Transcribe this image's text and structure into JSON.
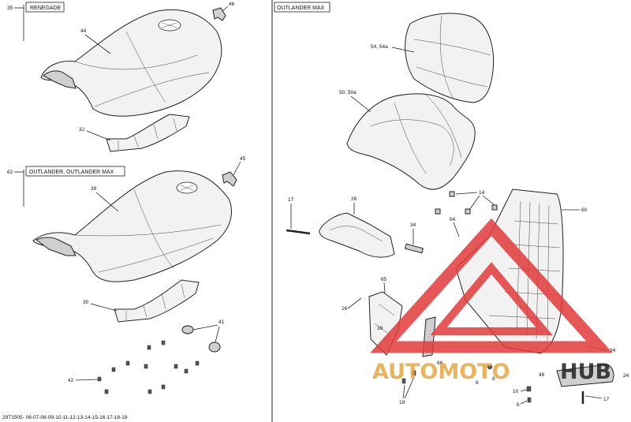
{
  "boxes": {
    "renegade": "RENEGADE",
    "outlander": "OUTLANDER, OUTLANDER MAX",
    "outlander_max": "OUTLANDER MAX"
  },
  "callouts": {
    "c35": "35",
    "c44": "44",
    "c46": "46",
    "c32": "32",
    "c62": "62",
    "c39": "39",
    "c45": "45",
    "c30": "30",
    "c41": "41",
    "c42": "42",
    "c54": "54, 54a",
    "c50": "50, 50a",
    "c17a": "17",
    "c26": "26",
    "c14": "14",
    "c60": "60",
    "c64": "64",
    "c34a": "34",
    "c65": "65",
    "c16a": "16",
    "c16b": "16",
    "c66": "66",
    "c19": "19",
    "c9": "9",
    "c8": "8",
    "c10": "10",
    "c6": "6",
    "c49": "49",
    "c34b": "34",
    "c24": "24",
    "c17b": "17"
  },
  "drawing_code": "29T1505- 06-07-08-09-10-11-12-13-14-15-16-17-18-19",
  "watermark": {
    "text_a": "AUTOMOTO",
    "text_b": "HUB",
    "color_a": "#e8a640",
    "color_b": "#222222",
    "triangle_color": "#e23a3a"
  }
}
